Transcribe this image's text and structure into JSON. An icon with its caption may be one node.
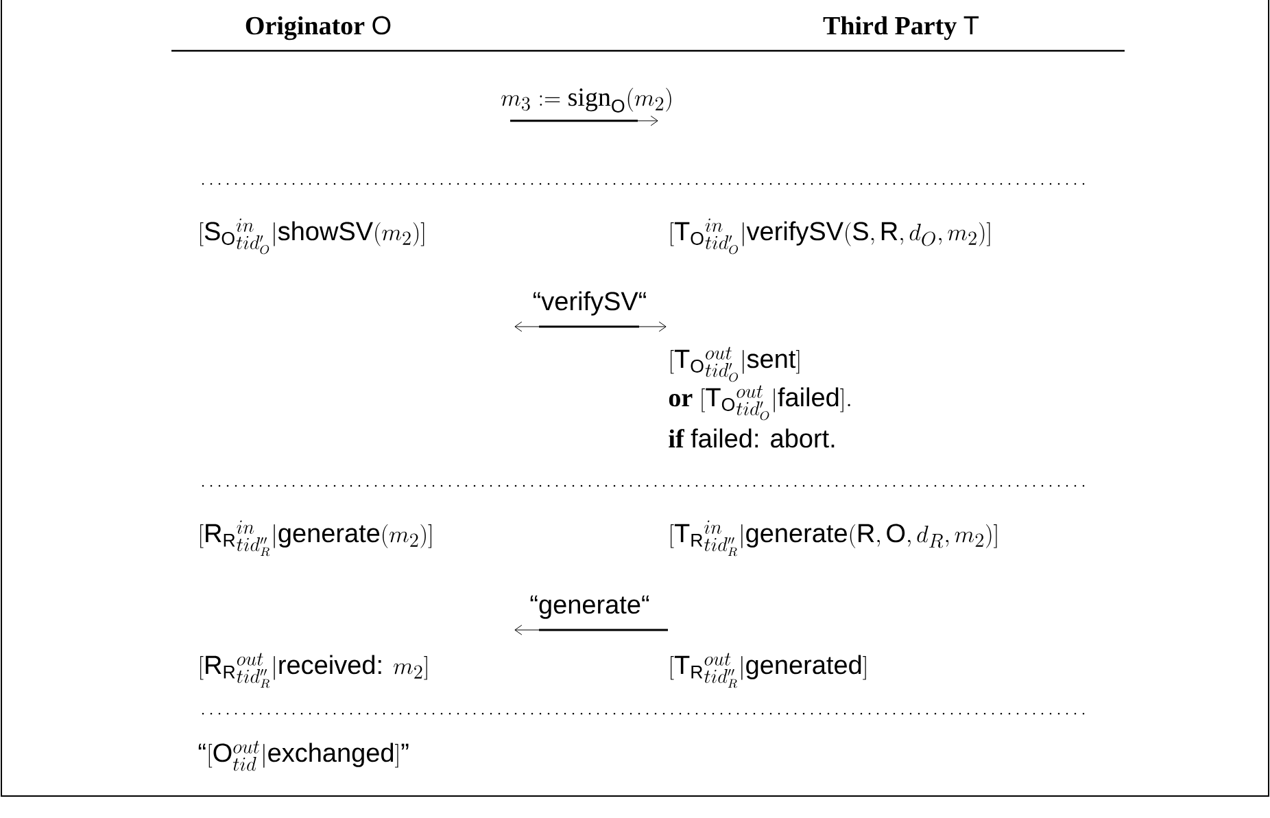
{
  "diagram": {
    "labels": [
      "\\textbf{Originator}\\ \\mathsf{O}",
      "\\textbf{Third Party}\\ \\mathsf{T}",
      "m_3 := \\mathrm{sign}_{\\mathsf{O}}(m_2)",
      "[\\mathsf{S}_{\\mathsf{O}}{}^{in}_{tid'_O}|\\mathsf{showSV}(m_2)]",
      "[\\mathsf{T}_{\\mathsf{O}}{}^{in}_{tid'_O}|\\mathsf{verifySV}(\\mathsf{S},\\mathsf{R},d_O,m_2)]",
      "\\textsf{``verifySV``}",
      "[\\mathsf{T}_{\\mathsf{O}}{}^{out}_{tid'_O}|\\mathsf{sent}]",
      "\\textbf{or}\\ [\\mathsf{T}_{\\mathsf{O}}{}^{out}_{tid'_O}|\\mathsf{failed}].",
      "\\textbf{if}\\ \\textsf{failed: abort.}",
      "[\\mathsf{R}_{\\mathsf{R}}{}^{in}_{tid''_R}|\\mathsf{generate}(m_2)]",
      "[\\mathsf{T}_{\\mathsf{R}}{}^{in}_{tid''_R}|\\mathsf{generate}(\\mathsf{R},\\mathsf{O},d_R,m_2)]",
      "\\textsf{``generate``}",
      "[\\mathsf{R}_{\\mathsf{R}}{}^{out}_{tid''_R}|\\textsf{received: }m_2]",
      "[\\mathsf{T}_{\\mathsf{R}}{}^{out}_{tid''_R}|\\mathsf{generated}]",
      "\\textsf{``}[\\mathsf{O}^{out}_{tid}|\\mathsf{exchanged}]\\textsf{''}"
    ]
  }
}
